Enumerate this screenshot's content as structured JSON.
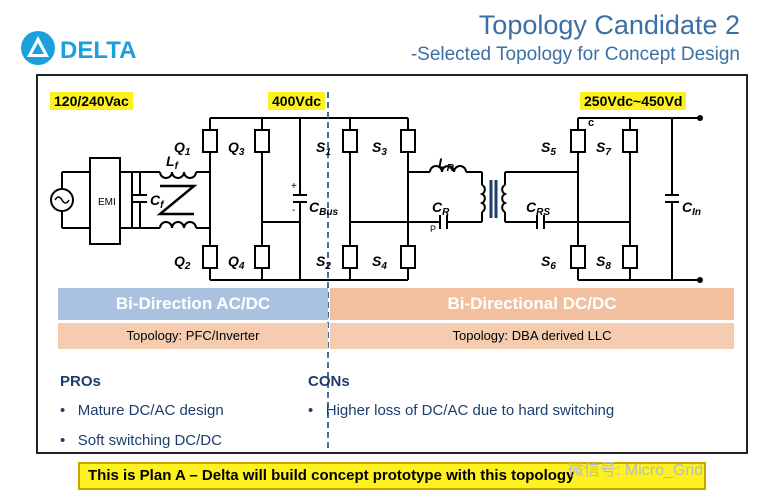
{
  "brand": {
    "logo_text": "DELTA"
  },
  "header": {
    "title": "Topology Candidate 2",
    "subtitle": "-Selected Topology for Concept Design"
  },
  "voltages": {
    "ac": "120/240Vac",
    "bus": "400Vdc",
    "out": "250Vdc~450Vd",
    "out_tail": "c"
  },
  "components": {
    "emi": "EMI",
    "lf": "L",
    "lf_sub": "f",
    "cf": "C",
    "cf_sub": "f",
    "cbus": "C",
    "cbus_sub": "Bus",
    "lr": "L",
    "lr_sub": "R",
    "crp": "C",
    "crp_sub": "R",
    "crp_note": "P",
    "crs": "C",
    "crs_sub": "RS",
    "cin": "C",
    "cin_sub": "In",
    "q1": "Q",
    "q1_sub": "1",
    "q2": "Q",
    "q2_sub": "2",
    "q3": "Q",
    "q3_sub": "3",
    "q4": "Q",
    "q4_sub": "4",
    "s1": "S",
    "s1_sub": "1",
    "s2": "S",
    "s2_sub": "2",
    "s3": "S",
    "s3_sub": "3",
    "s4": "S",
    "s4_sub": "4",
    "s5": "S",
    "s5_sub": "5",
    "s6": "S",
    "s6_sub": "6",
    "s7": "S",
    "s7_sub": "7",
    "s8": "S",
    "s8_sub": "8"
  },
  "sections": {
    "acdc": "Bi-Direction AC/DC",
    "dcdc": "Bi-Directional DC/DC",
    "acdc_topology": "Topology: PFC/Inverter",
    "dcdc_topology": "Topology: DBA derived LLC"
  },
  "pros": {
    "heading": "PROs",
    "items": [
      "Mature DC/AC design",
      "Soft switching DC/DC"
    ]
  },
  "cons": {
    "heading": "CONs",
    "items": [
      "Higher loss of DC/AC due to hard switching"
    ]
  },
  "plan": "This is Plan A – Delta will build concept prototype with this topology",
  "watermark": "微信号: Micro_Grid",
  "colors": {
    "title": "#3b6fa6",
    "acdc_bar": "#a9c2e0",
    "dcdc_bar": "#f2c09f",
    "label_yellow": "#fdf21f"
  }
}
